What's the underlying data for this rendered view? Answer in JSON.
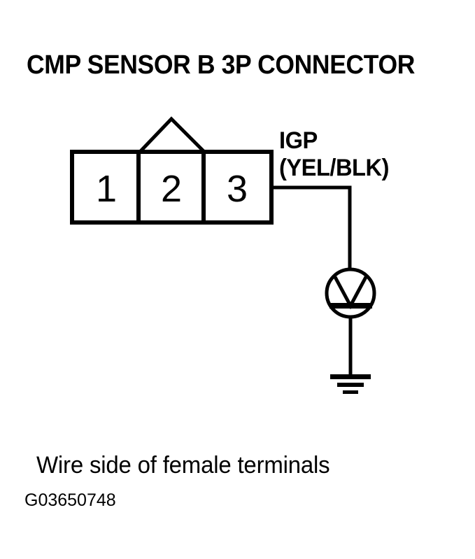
{
  "page": {
    "title": "CMP SENSOR B 3P CONNECTOR",
    "caption": "Wire side of female terminals",
    "figure_id": "G03650748",
    "background_color": "#FFFFFF",
    "ink_color": "#000000"
  },
  "connector": {
    "name": "CMP SENSOR B 3P CONNECTOR",
    "pin_count": 3,
    "view": "Wire side of female terminals",
    "locking_tab": "triangular-tab",
    "pins": [
      {
        "number": "1"
      },
      {
        "number": "2"
      },
      {
        "number": "3"
      }
    ]
  },
  "wire": {
    "circuit_label": "IGP",
    "color_code": "(YEL/BLK)",
    "from_pin": "3"
  },
  "symbols": {
    "test_light": "test-light-bulb-symbol",
    "ground": "earth-ground-symbol"
  }
}
